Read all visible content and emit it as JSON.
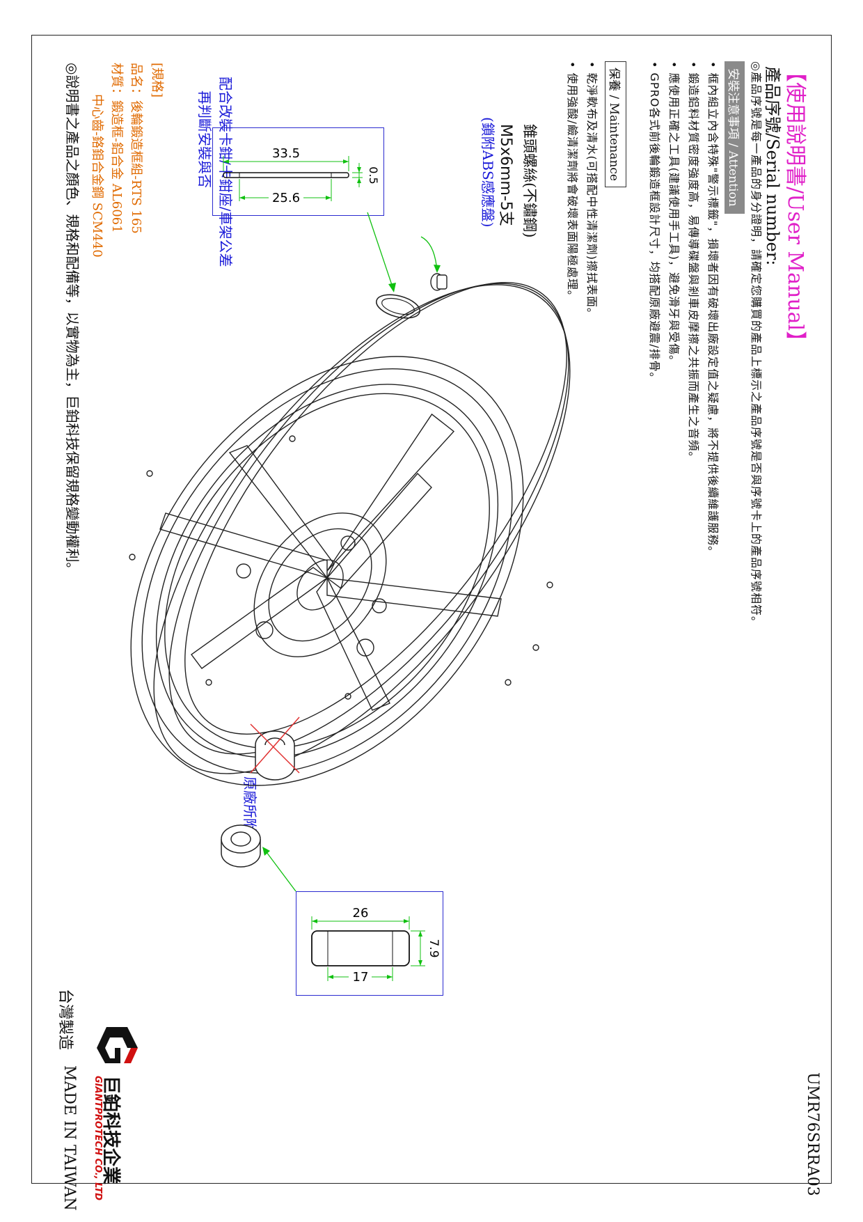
{
  "manual": {
    "title": "【使用說明書/User Manual】",
    "serial_label": "產品序號/Serial number:",
    "serial_note": "◎產品序號是每一產品的身分證明，請確定您購買的產品上標示之產品序號是否與序號卡上的產品序號相符。",
    "model_code": "UMR76SRRA03"
  },
  "attention": {
    "heading": "安裝注意事項 / Attention",
    "items": [
      "• 框內組立內含特殊\"警示標籤\"，損壞者因有破壞出廠設定值之疑慮，將不提供後續維護服務。",
      "• 鍛造鋁料材質密度強度高，易傳導碟盤與剎車皮摩擦之共振而產生之音頻。",
      "• 應使用正確之工具(建議使用手工具)，避免滑牙與受傷。",
      "• GPRO各式前後輪鍛造框設計尺寸，均搭配原廠避震/排骨。"
    ]
  },
  "maintenance": {
    "heading": "保養 / Maintenance",
    "items": [
      "• 乾淨軟布及清水(可搭配中性清潔劑)擦拭表面。",
      "• 使用強酸/鹼清潔劑將會破壞表面陽極處理。"
    ]
  },
  "screw": {
    "name": "錐頭螺絲(不鏽鋼)",
    "spec": "M5x6mm-5支",
    "note": "(鎖附ABS感應盤)"
  },
  "washer": {
    "outer": "33.5",
    "inner": "25.6",
    "thickness": "0.5",
    "note_line1": "配合改裝卡鉗/卡鉗座/車架公差",
    "note_line2": "再判斷安裝與否"
  },
  "spacer": {
    "outer": "26",
    "inner": "17",
    "length": "7.9",
    "original_note": "原廠所附套筒"
  },
  "spec": {
    "heading": "[規格]",
    "name": "品名：後輪鍛造框組-RTS 165",
    "material": "材質：鍛造框-鋁合金 AL6061",
    "sprocket": "中心齒-鉻鉬合金鋼 SCM440",
    "disclaimer": "◎說明書之產品之顏色、規格和配備等，以實物為主，巨鉑科技保留規格變動權利。"
  },
  "company": {
    "name_cn": "巨鉑科技企業",
    "name_en": "GIANTPROTECH CO., LTD",
    "made_cn": "台灣製造",
    "made_en": "MADE IN TAIWAN"
  },
  "colors": {
    "title": "#e020c8",
    "blue_note": "#1a1ad8",
    "spec_orange": "#e06a00",
    "dim_green": "#10c010",
    "logo_red": "#d01010"
  }
}
